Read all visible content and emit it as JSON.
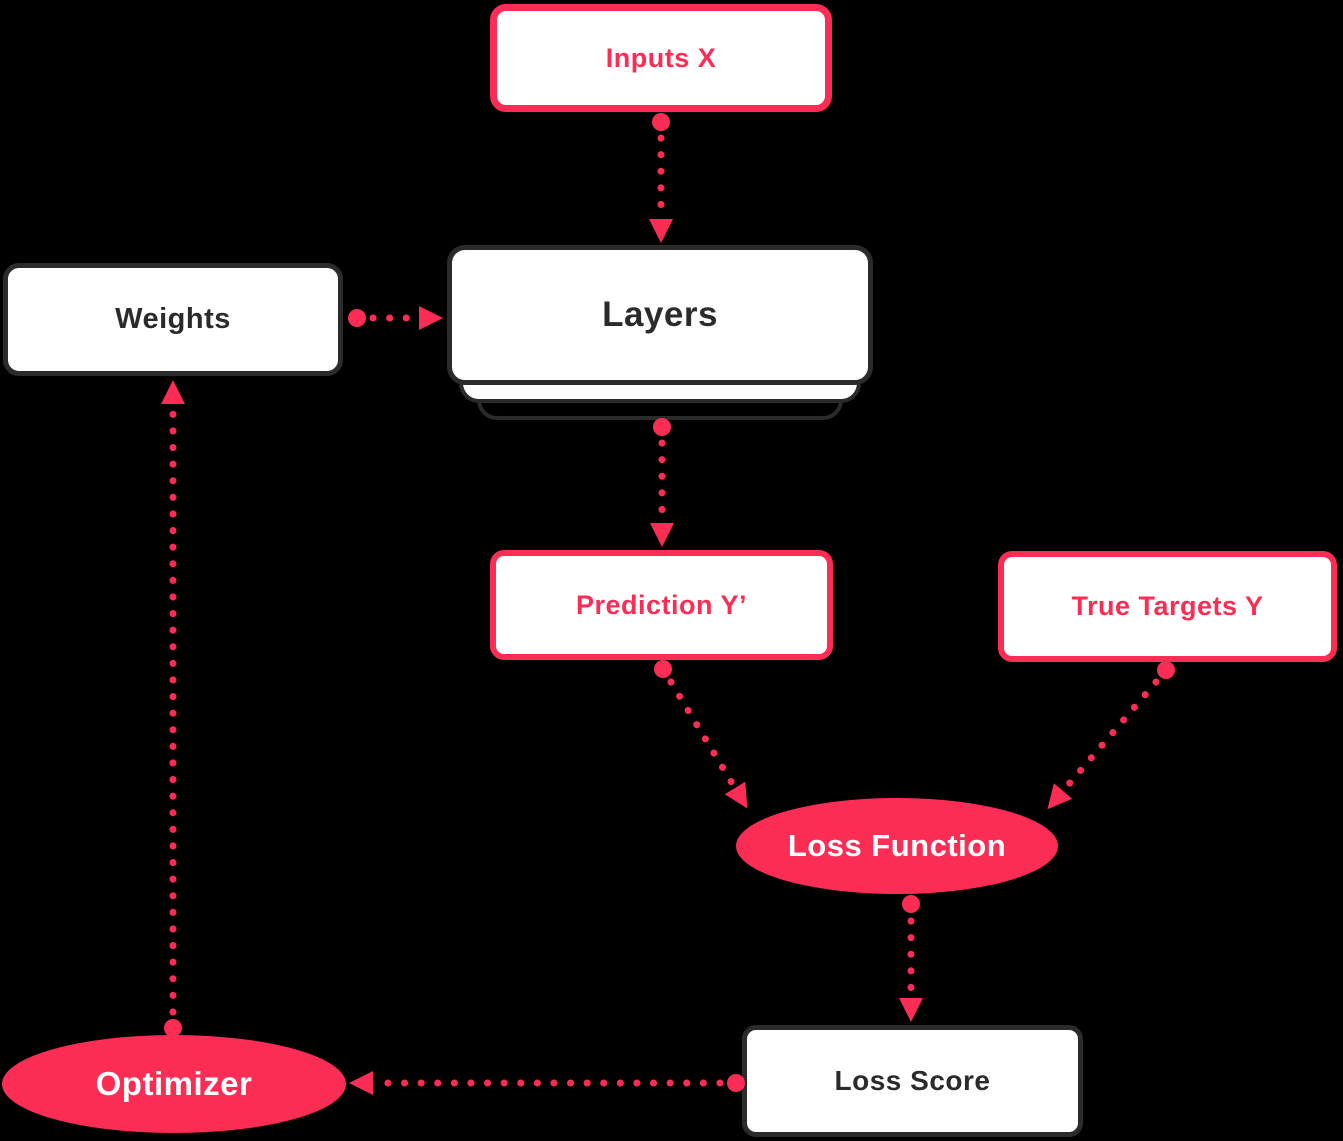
{
  "diagram": {
    "description": "Neural network training loop diagram",
    "nodes": {
      "inputs_x": {
        "label": "Inputs X",
        "shape": "rectangle",
        "style": "red-outline"
      },
      "weights": {
        "label": "Weights",
        "shape": "rectangle",
        "style": "dark-outline"
      },
      "layers": {
        "label": "Layers",
        "shape": "stacked-rectangle",
        "style": "dark-outline"
      },
      "prediction": {
        "label": "Prediction Y’",
        "shape": "rectangle",
        "style": "red-outline"
      },
      "true_targets": {
        "label": "True Targets Y",
        "shape": "rectangle",
        "style": "red-outline"
      },
      "loss_function": {
        "label": "Loss Function",
        "shape": "ellipse",
        "style": "red-fill"
      },
      "loss_score": {
        "label": "Loss Score",
        "shape": "rectangle",
        "style": "dark-outline"
      },
      "optimizer": {
        "label": "Optimizer",
        "shape": "ellipse",
        "style": "red-fill"
      }
    },
    "edges": [
      {
        "from": "inputs_x",
        "to": "layers",
        "style": "dotted-arrow"
      },
      {
        "from": "weights",
        "to": "layers",
        "style": "dotted-arrow"
      },
      {
        "from": "layers",
        "to": "prediction",
        "style": "dotted-arrow"
      },
      {
        "from": "prediction",
        "to": "loss_function",
        "style": "dotted-arrow"
      },
      {
        "from": "true_targets",
        "to": "loss_function",
        "style": "dotted-arrow"
      },
      {
        "from": "loss_function",
        "to": "loss_score",
        "style": "dotted-arrow"
      },
      {
        "from": "loss_score",
        "to": "optimizer",
        "style": "dotted-arrow"
      },
      {
        "from": "optimizer",
        "to": "weights",
        "style": "dotted-arrow"
      }
    ],
    "colors": {
      "accent": "#FB2D55",
      "outline": "#2B2B2B",
      "node_fill": "#FFFFFF",
      "text_on_accent": "#FFFFFF",
      "background": "#000000"
    }
  }
}
